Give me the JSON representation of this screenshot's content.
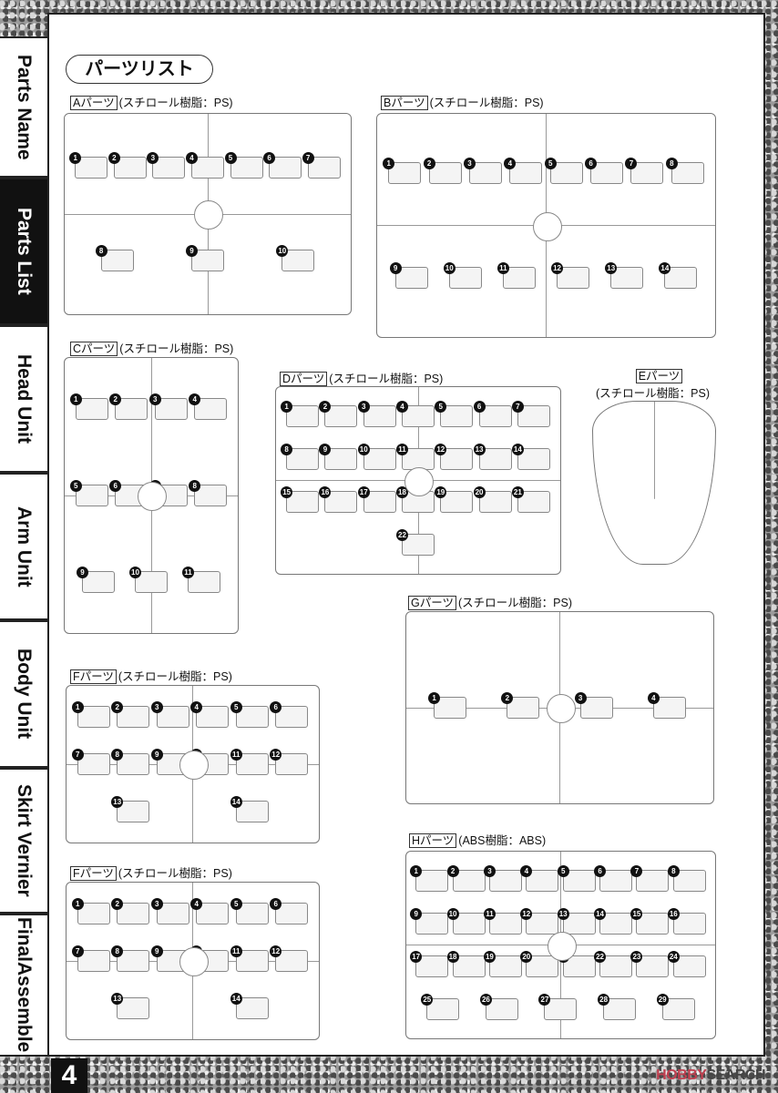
{
  "tabs": [
    {
      "label": "Parts Name",
      "active": false
    },
    {
      "label": "Parts List",
      "active": true
    },
    {
      "label": "Head Unit",
      "active": false
    },
    {
      "label": "Arm Unit",
      "active": false
    },
    {
      "label": "Body Unit",
      "active": false
    },
    {
      "label": "Skirt Vernier",
      "active": false
    },
    {
      "label": "FinalAssemble",
      "active": false
    }
  ],
  "page_title": "パーツリスト",
  "page_number": "4",
  "watermark": {
    "brand": "HOBBY",
    "rest": "SEARCH"
  },
  "sections": {
    "A": {
      "name": "Aパーツ",
      "material": "(スチロール樹脂：PS)",
      "parts": [
        "1",
        "2",
        "3",
        "4",
        "5",
        "6",
        "7",
        "8",
        "9",
        "10"
      ]
    },
    "B": {
      "name": "Bパーツ",
      "material": "(スチロール樹脂：PS)",
      "parts": [
        "1",
        "2",
        "3",
        "4",
        "5",
        "6",
        "7",
        "8",
        "9",
        "10",
        "11",
        "12",
        "13",
        "14"
      ]
    },
    "C": {
      "name": "Cパーツ",
      "material": "(スチロール樹脂：PS)",
      "parts": [
        "1",
        "2",
        "3",
        "4",
        "5",
        "6",
        "7",
        "8",
        "9",
        "10",
        "11"
      ]
    },
    "D": {
      "name": "Dパーツ",
      "material": "(スチロール樹脂：PS)",
      "parts": [
        "1",
        "2",
        "3",
        "4",
        "5",
        "6",
        "7",
        "8",
        "9",
        "10",
        "11",
        "12",
        "13",
        "14",
        "15",
        "16",
        "17",
        "18",
        "19",
        "20",
        "21",
        "22"
      ]
    },
    "E": {
      "name": "Eパーツ",
      "material": "(スチロール樹脂：PS)"
    },
    "G": {
      "name": "Gパーツ",
      "material": "(スチロール樹脂：PS)",
      "parts": [
        "1",
        "2",
        "3",
        "4"
      ]
    },
    "F1": {
      "name": "Fパーツ",
      "material": "(スチロール樹脂：PS)",
      "parts": [
        "1",
        "2",
        "3",
        "4",
        "5",
        "6",
        "7",
        "8",
        "9",
        "10",
        "11",
        "12",
        "13",
        "14"
      ]
    },
    "H": {
      "name": "Hパーツ",
      "material": "(ABS樹脂：ABS)",
      "parts": [
        "1",
        "2",
        "3",
        "4",
        "5",
        "6",
        "7",
        "8",
        "9",
        "10",
        "11",
        "12",
        "13",
        "14",
        "15",
        "16",
        "17",
        "18",
        "19",
        "20",
        "21",
        "22",
        "23",
        "24",
        "25",
        "26",
        "27",
        "28",
        "29"
      ]
    },
    "F2": {
      "name": "Fパーツ",
      "material": "(スチロール樹脂：PS)",
      "parts": [
        "1",
        "2",
        "3",
        "4",
        "5",
        "6",
        "7",
        "8",
        "9",
        "10",
        "11",
        "12",
        "13",
        "14"
      ]
    }
  }
}
